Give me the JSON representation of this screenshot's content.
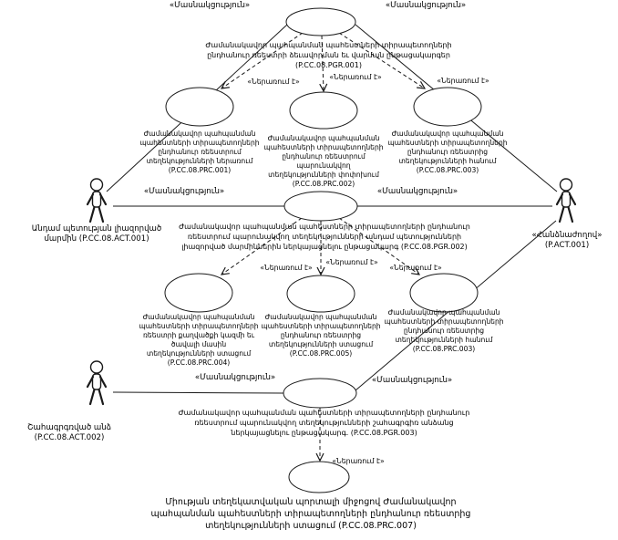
{
  "diagram": {
    "relation_labels": {
      "participation": "«Մասնակցություն»",
      "includes": "«Ներառում է»"
    },
    "actors": {
      "member_state_authorized_body": "Անդամ պետության լիազորված մարմին (P.CC.08.ACT.001)",
      "commission": "«Հանձնաժողով» (P.ACT.001)",
      "interested_person": "Շահագրգռված անձ (P.CC.08.ACT.002)"
    },
    "procedures": {
      "pgr001": "Ժամանակավոր պահպանման պահեստների տիրապետողների ընդհանուր ռեեստրի ձեւավորման եւ վարման ընթացակարգեր (P.CC.08.PGR.001)",
      "pgr002": "Ժամանակավոր պահպանման պահեստների տիրապետողների ընդհանուր ռեեստրում պարունակվող տեղեկությունների անդամ պետությունների լիազորված մարմիններին ներկայացնելու ընթացակարգ (P.CC.08.PGR.002)",
      "pgr003": "Ժամանակավոր պահպանման պահեստների տիրապետողների ընդհանուր ռեեստրում պարունակվող տեղեկությունների շահագրգիռ անձանց ներկայացնելու ընթացակարգ. (P.CC.08.PGR.003)"
    },
    "processes": {
      "prc001": "Ժամանակավոր պահպանման պահեստների տիրապետողների ընդհանուր ռեեստրում տեղեկությունների ներառում (P.CC.08.PRC.001)",
      "prc002": "Ժամանակավոր պահպանման պահեստների տիրապետողների ընդհանուր ռեեստրում պարունակվող տեղեկությունների փոփոխում (P.CC.08.PRC.002)",
      "prc003": "Ժամանակավոր պահպանման պահեստների տիրապետողների ընդհանուր ռեեստրից տեղեկությունների հանում (P.CC.08.PRC.003)",
      "prc004": "Ժամանակավոր պահպանման պահեստների տիրապետողների ռեեստրի քաղվածքի կազմի եւ ծավալի մասին տեղեկությունների ստացում (P.CC.08.PRC.004)",
      "prc005": "Ժամանակավոր պահպանման պահեստների տիրապետողների ընդհանուր ռեեստրից տեղեկությունների ստացում (P.CC.08.PRC.005)",
      "prc003_repeat": "Ժամանակավոր պահպանման պահեստների տիրապետողների ընդհանուր ռեեստրից տեղեկությունների հանում (P.CC.08.PRC.003)",
      "prc007": "Միության տեղեկատվական պորտալի միջոցով Ժամանակավոր պահպանման պահեստների տիրապետողների ընդհանուր ռեեստրից տեղեկությունների ստացում (P.CC.08.PRC.007)"
    }
  }
}
